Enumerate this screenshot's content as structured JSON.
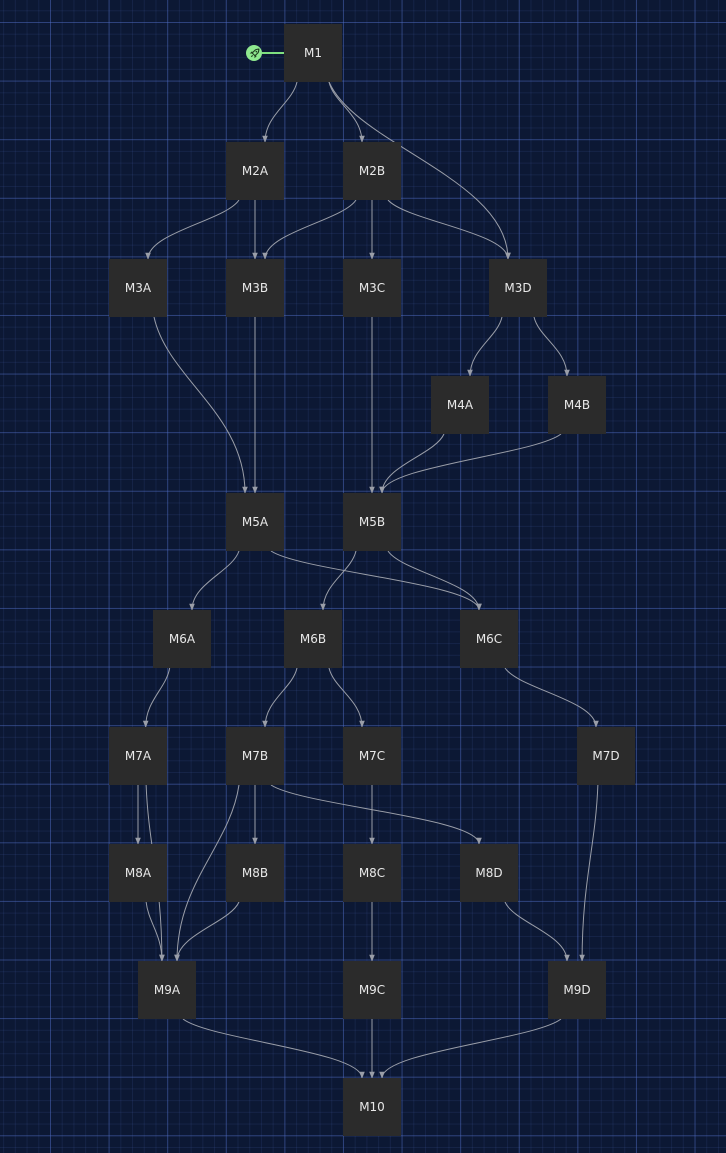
{
  "diagram": {
    "start": {
      "icon": "rocket-icon",
      "color": "#8fe88f"
    },
    "colors": {
      "background": "#0c1834",
      "node_fill": "#2b2b2b",
      "node_text": "#e8e8e8",
      "edge": "#9a9ea8"
    },
    "nodes": [
      {
        "id": "M1",
        "label": "M1"
      },
      {
        "id": "M2A",
        "label": "M2A"
      },
      {
        "id": "M2B",
        "label": "M2B"
      },
      {
        "id": "M3A",
        "label": "M3A"
      },
      {
        "id": "M3B",
        "label": "M3B"
      },
      {
        "id": "M3C",
        "label": "M3C"
      },
      {
        "id": "M3D",
        "label": "M3D"
      },
      {
        "id": "M4A",
        "label": "M4A"
      },
      {
        "id": "M4B",
        "label": "M4B"
      },
      {
        "id": "M5A",
        "label": "M5A"
      },
      {
        "id": "M5B",
        "label": "M5B"
      },
      {
        "id": "M6A",
        "label": "M6A"
      },
      {
        "id": "M6B",
        "label": "M6B"
      },
      {
        "id": "M6C",
        "label": "M6C"
      },
      {
        "id": "M7A",
        "label": "M7A"
      },
      {
        "id": "M7B",
        "label": "M7B"
      },
      {
        "id": "M7C",
        "label": "M7C"
      },
      {
        "id": "M7D",
        "label": "M7D"
      },
      {
        "id": "M8A",
        "label": "M8A"
      },
      {
        "id": "M8B",
        "label": "M8B"
      },
      {
        "id": "M8C",
        "label": "M8C"
      },
      {
        "id": "M8D",
        "label": "M8D"
      },
      {
        "id": "M9A",
        "label": "M9A"
      },
      {
        "id": "M9C",
        "label": "M9C"
      },
      {
        "id": "M9D",
        "label": "M9D"
      },
      {
        "id": "M10",
        "label": "M10"
      }
    ],
    "edges": [
      [
        "M1",
        "M2A"
      ],
      [
        "M1",
        "M2B"
      ],
      [
        "M1",
        "M3D"
      ],
      [
        "M2A",
        "M3A"
      ],
      [
        "M2A",
        "M3B"
      ],
      [
        "M2B",
        "M3B"
      ],
      [
        "M2B",
        "M3C"
      ],
      [
        "M2B",
        "M3D"
      ],
      [
        "M3A",
        "M5A"
      ],
      [
        "M3B",
        "M5A"
      ],
      [
        "M3C",
        "M5B"
      ],
      [
        "M3D",
        "M4A"
      ],
      [
        "M3D",
        "M4B"
      ],
      [
        "M4A",
        "M5B"
      ],
      [
        "M4B",
        "M5B"
      ],
      [
        "M5A",
        "M6A"
      ],
      [
        "M5A",
        "M6C"
      ],
      [
        "M5B",
        "M6B"
      ],
      [
        "M5B",
        "M6C"
      ],
      [
        "M6A",
        "M7A"
      ],
      [
        "M6B",
        "M7B"
      ],
      [
        "M6B",
        "M7C"
      ],
      [
        "M6C",
        "M7D"
      ],
      [
        "M7A",
        "M8A"
      ],
      [
        "M7A",
        "M9A"
      ],
      [
        "M7B",
        "M8B"
      ],
      [
        "M7B",
        "M8D"
      ],
      [
        "M7B",
        "M9A"
      ],
      [
        "M7C",
        "M8C"
      ],
      [
        "M7D",
        "M9D"
      ],
      [
        "M8A",
        "M9A"
      ],
      [
        "M8B",
        "M9A"
      ],
      [
        "M8C",
        "M9C"
      ],
      [
        "M8D",
        "M9D"
      ],
      [
        "M9A",
        "M10"
      ],
      [
        "M9C",
        "M10"
      ],
      [
        "M9D",
        "M10"
      ]
    ]
  }
}
